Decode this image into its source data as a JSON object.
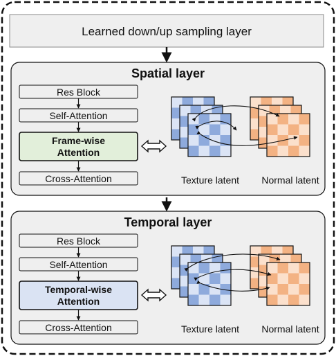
{
  "top_bar": {
    "label": "Learned down/up sampling layer"
  },
  "spatial": {
    "title": "Spatial layer",
    "blocks": {
      "res": "Res Block",
      "self": "Self-Attention",
      "special_line1": "Frame-wise",
      "special_line2": "Attention",
      "cross": "Cross-Attention"
    },
    "texture_label": "Texture latent",
    "normal_label": "Normal latent",
    "special_fill": "#e2efda"
  },
  "temporal": {
    "title": "Temporal layer",
    "blocks": {
      "res": "Res Block",
      "self": "Self-Attention",
      "special_line1": "Temporal-wise",
      "special_line2": "Attention",
      "cross": "Cross-Attention"
    },
    "texture_label": "Texture latent",
    "normal_label": "Normal latent",
    "special_fill": "#dae3f3"
  },
  "colors": {
    "texture_light": "#dbe4f5",
    "texture_dark": "#8eaadc",
    "normal_light": "#fbe0cc",
    "normal_dark": "#f3b283",
    "box_fill": "#efefef"
  }
}
